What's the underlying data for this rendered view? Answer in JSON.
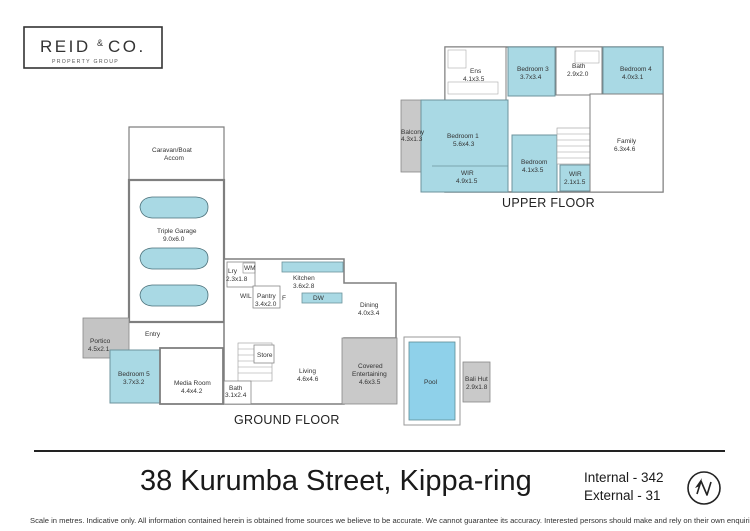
{
  "brand": {
    "name": "REID",
    "amp": "&",
    "suffix": "CO.",
    "tagline": "PROPERTY GROUP"
  },
  "colors": {
    "room_fill": "#a9d9e4",
    "room_stroke": "#5d8c96",
    "wall": "#7f7f7f",
    "deck": "#bfbfbf",
    "pool": "#8fd1ea",
    "text": "#222222"
  },
  "ground_floor": {
    "label": "GROUND FLOOR",
    "rooms": {
      "caravan": [
        "Caravan/Boat",
        "Accom"
      ],
      "garage": [
        "Triple Garage",
        "9.0x6.0"
      ],
      "laundry": [
        "Lry",
        "2.3x1.8"
      ],
      "wm": "WM",
      "wil": "WIL",
      "pantry": [
        "Pantry",
        "3.4x2.0"
      ],
      "fridge": "F",
      "dw": "DW",
      "kitchen": [
        "Kitchen",
        "3.6x2.8"
      ],
      "dining": [
        "Dining",
        "4.0x3.4"
      ],
      "entry": "Entry",
      "portico": [
        "Portico",
        "4.5x2.1"
      ],
      "bedroom5": [
        "Bedroom 5",
        "3.7x3.2"
      ],
      "media": [
        "Media Room",
        "4.4x4.2"
      ],
      "bath": [
        "Bath",
        "3.1x2.4"
      ],
      "store": "Store",
      "living": [
        "Living",
        "4.6x4.6"
      ],
      "covered": [
        "Covered",
        "Entertaining",
        "4.6x3.5"
      ],
      "pool": "Pool",
      "bali": [
        "Bali Hut",
        "2.9x1.8"
      ]
    }
  },
  "upper_floor": {
    "label": "UPPER FLOOR",
    "rooms": {
      "ens": [
        "Ens",
        "4.1x3.5"
      ],
      "bedroom3": [
        "Bedroom 3",
        "3.7x3.4"
      ],
      "bath": [
        "Bath",
        "2.9x2.0"
      ],
      "bedroom4": [
        "Bedroom 4",
        "4.0x3.1"
      ],
      "balcony": [
        "Balcony",
        "4.3x1.3"
      ],
      "bedroom1": [
        "Bedroom 1",
        "5.6x4.3"
      ],
      "wir1": [
        "WIR",
        "4.9x1.5"
      ],
      "bedroom2": [
        "Bedroom",
        "4.1x3.5"
      ],
      "wir2": [
        "WIR",
        "2.1x1.5"
      ],
      "family": [
        "Family",
        "6.3x4.6"
      ]
    }
  },
  "address": "38 Kurumba Street, Kippa-ring",
  "area_internal": "Internal - 342",
  "area_external": "External - 31",
  "compass_icon": "north-arrow-icon",
  "disclaimer": "Scale in metres. Indicative only. All information contained herein is obtained frome sources we believe to be accurate. We cannot guarantee its accuracy. Interested persons should make and rely on their own enquiries."
}
